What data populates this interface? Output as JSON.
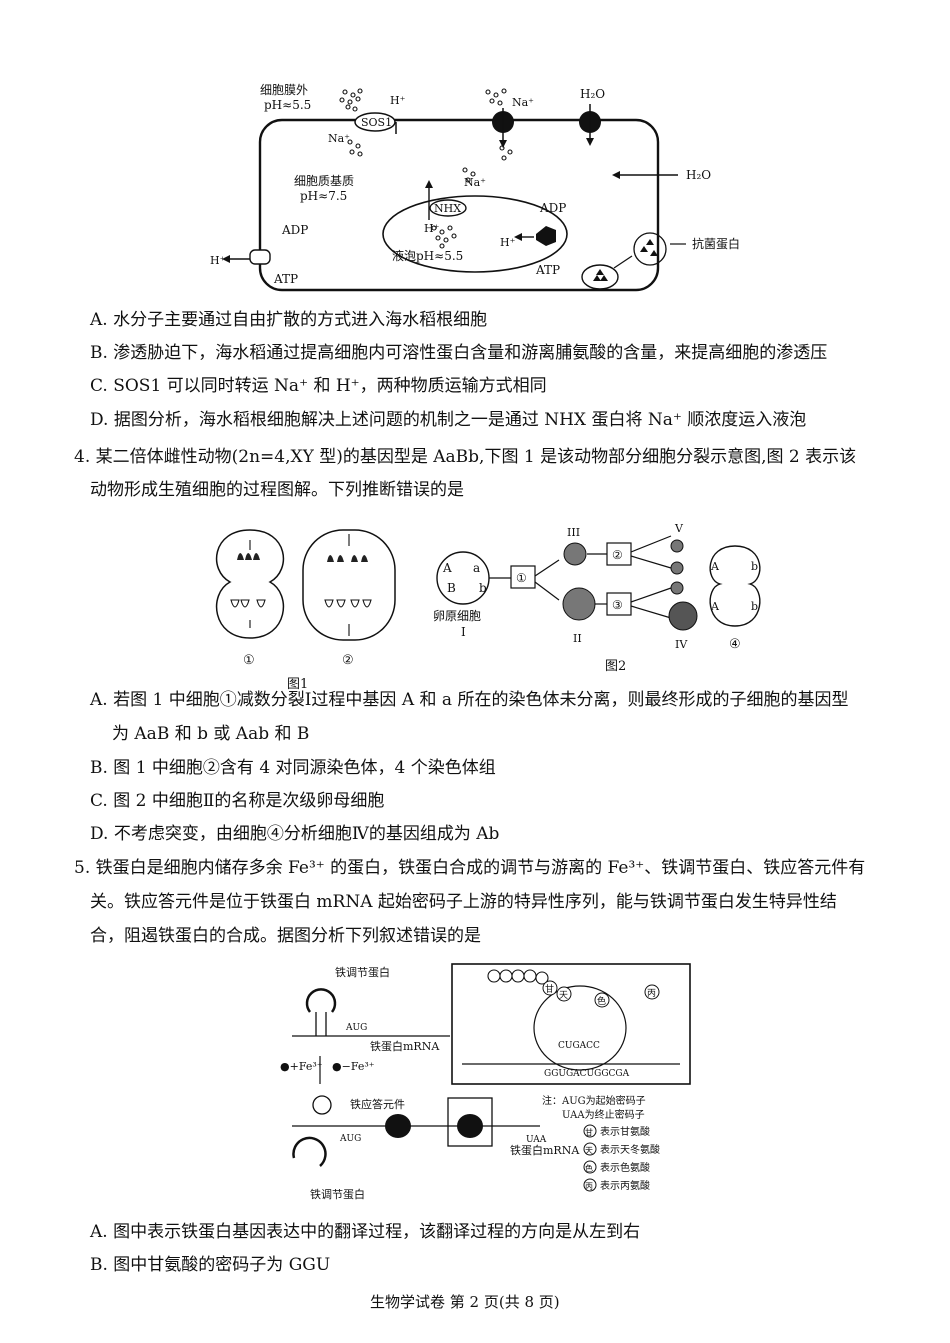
{
  "fig_cell": {
    "outside": "细胞膜外",
    "outside_ph": "pH≈5.5",
    "cytoplasm": "细胞质基质",
    "cytoplasm_ph": "pH≈7.5",
    "vacuole_ph": "液泡pH≈5.5",
    "sos1": "SOS1",
    "nhx": "NHX",
    "h": "H⁺",
    "na": "Na⁺",
    "h2o": "H₂O",
    "adp": "ADP",
    "atp": "ATP",
    "antibacterial": "抗菌蛋白"
  },
  "q3_options": [
    "A. 水分子主要通过自由扩散的方式进入海水稻根细胞",
    "B. 渗透胁迫下，海水稻通过提高细胞内可溶性蛋白含量和游离脯氨酸的含量，来提高细胞的渗透压",
    "C. SOS1 可以同时转运 Na⁺ 和 H⁺，两种物质运输方式相同",
    "D. 据图分析，海水稻根细胞解决上述问题的机制之一是通过 NHX 蛋白将 Na⁺ 顺浓度运入液泡"
  ],
  "q4": {
    "stem_line1": "4. 某二倍体雌性动物(2n=4,XY 型)的基因型是 AaBb,下图 1 是该动物部分细胞分裂示意图,图 2 表示该",
    "stem_line2": "动物形成生殖细胞的过程图解。下列推断错误的是",
    "fig1_caption": "图1",
    "fig2_caption": "图2",
    "cell1": "①",
    "cell2": "②",
    "box1": "①",
    "box2": "②",
    "box3": "③",
    "cell4": "④",
    "oogonium": "卵原细胞",
    "roman_I": "I",
    "roman_II": "II",
    "roman_III": "III",
    "roman_IV": "IV",
    "roman_V": "V",
    "gene_A": "A",
    "gene_a": "a",
    "gene_B": "B",
    "gene_b": "b",
    "options": [
      "A. 若图 1 中细胞①减数分裂Ⅰ过程中基因 A 和 a 所在的染色体未分离，则最终形成的子细胞的基因型",
      "为 AaB 和 b 或 Aab 和 B",
      "B. 图 1 中细胞②含有 4 对同源染色体，4 个染色体组",
      "C. 图 2 中细胞Ⅱ的名称是次级卵母细胞",
      "D. 不考虑突变，由细胞④分析细胞Ⅳ的基因组成为 Ab"
    ]
  },
  "q5": {
    "stem_line1": "5. 铁蛋白是细胞内储存多余 Fe³⁺ 的蛋白，铁蛋白合成的调节与游离的 Fe³⁺、铁调节蛋白、铁应答元件有",
    "stem_line2": "关。铁应答元件是位于铁蛋白 mRNA 起始密码子上游的特异性序列，能与铁调节蛋白发生特异性结",
    "stem_line3": "合，阻遏铁蛋白的合成。据图分析下列叙述错误的是",
    "fig": {
      "iron_reg_protein_top": "铁调节蛋白",
      "aug": "AUG",
      "mrna": "铁蛋白mRNA",
      "plus_fe": "●+Fe³⁺",
      "minus_fe": "●−Fe³⁺",
      "ire": "铁应答元件",
      "uaa": "UAA",
      "iron_reg_protein_bottom": "铁调节蛋白",
      "anticodon_seq": "CUGACC",
      "mrna_seq": "GGUGACUGGCGA",
      "aa_gan": "甘",
      "aa_tian": "天",
      "aa_se": "色",
      "aa_bing": "丙",
      "note_title": "注：AUG为起始密码子",
      "note_line2": "UAA为终止密码子",
      "legend": [
        {
          "sym": "甘",
          "text": "表示甘氨酸"
        },
        {
          "sym": "天",
          "text": "表示天冬氨酸"
        },
        {
          "sym": "色",
          "text": "表示色氨酸"
        },
        {
          "sym": "丙",
          "text": "表示丙氨酸"
        }
      ]
    },
    "options": [
      "A. 图中表示铁蛋白基因表达中的翻译过程，该翻译过程的方向是从左到右",
      "B. 图中甘氨酸的密码子为 GGU"
    ]
  },
  "footer": "生物学试卷 第 2 页(共 8 页)"
}
